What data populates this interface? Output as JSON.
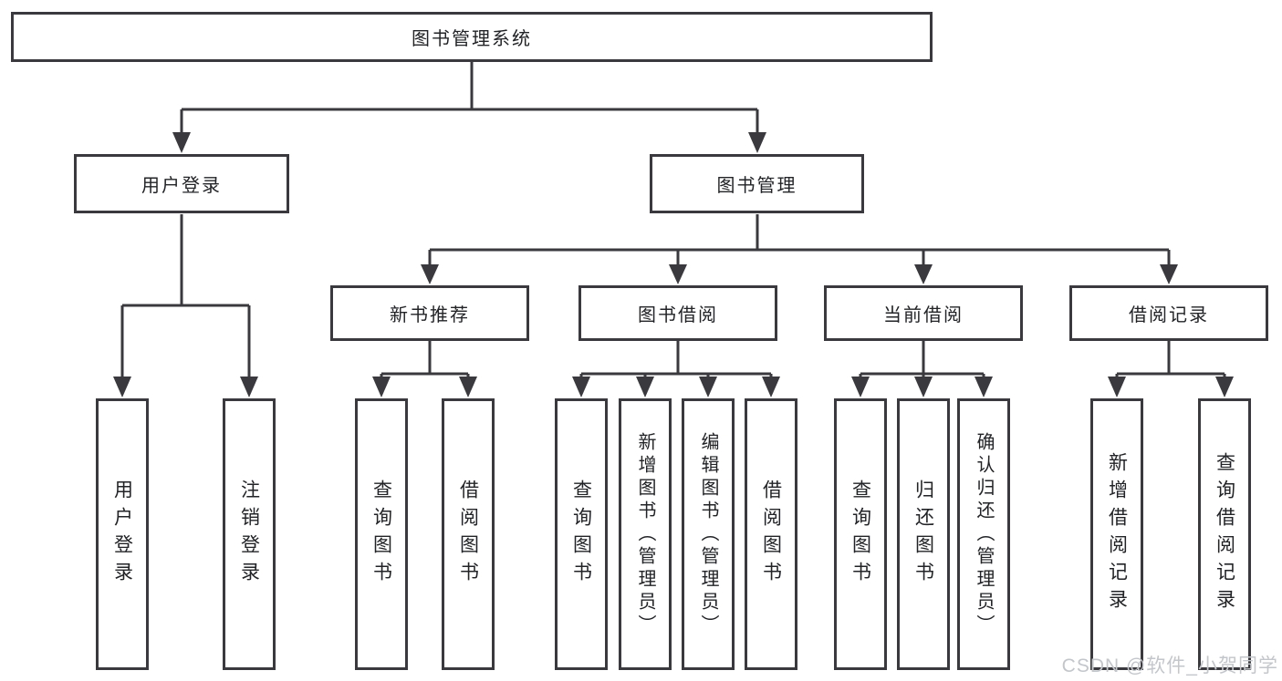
{
  "diagram": {
    "root": {
      "label": "图书管理系统"
    },
    "level2": [
      {
        "label": "用户登录"
      },
      {
        "label": "图书管理"
      }
    ],
    "level3": [
      {
        "label": "新书推荐"
      },
      {
        "label": "图书借阅"
      },
      {
        "label": "当前借阅"
      },
      {
        "label": "借阅记录"
      }
    ],
    "leaves": [
      {
        "label": "用户登录"
      },
      {
        "label": "注销登录"
      },
      {
        "label": "查询图书"
      },
      {
        "label": "借阅图书"
      },
      {
        "label": "查询图书"
      },
      {
        "label": "新增图书（管理员）"
      },
      {
        "label": "编辑图书（管理员）"
      },
      {
        "label": "借阅图书"
      },
      {
        "label": "查询图书"
      },
      {
        "label": "归还图书"
      },
      {
        "label": "确认归还（管理员）"
      },
      {
        "label": "新增借阅记录"
      },
      {
        "label": "查询借阅记录"
      }
    ]
  },
  "watermark": {
    "text": "CSDN @软件_小贺同学"
  },
  "colors": {
    "line": "#3a3a3e",
    "box_border": "#3a3a3e",
    "text": "#222326",
    "watermark": "#c3c6ca",
    "background": "#ffffff"
  }
}
